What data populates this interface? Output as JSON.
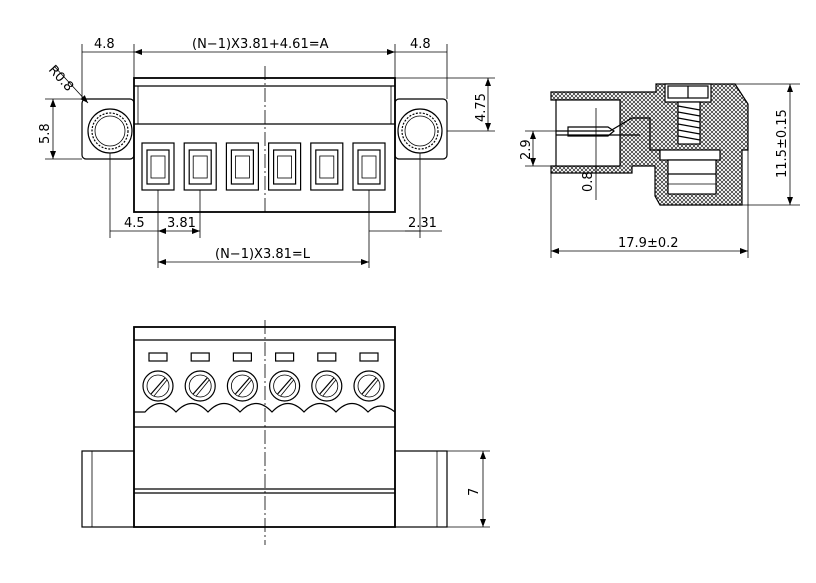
{
  "front_view": {
    "dim_top": "(N−1)X3.81+4.61=A",
    "dim_left_margin": "4.8",
    "dim_right_margin": "4.8",
    "dim_radius": "R0.8",
    "dim_height_flange": "5.8",
    "dim_height_right": "4.75",
    "dim_offset": "4.5",
    "dim_pitch": "3.81",
    "dim_end": "2.31",
    "dim_bottom": "(N−1)X3.81=L",
    "positions": 6
  },
  "side_view": {
    "dim_height": "11.5±0.15",
    "dim_pin": "2.9",
    "dim_thickness": "0.8",
    "dim_depth": "17.9±0.2"
  },
  "bottom_view": {
    "dim_height": "7"
  }
}
